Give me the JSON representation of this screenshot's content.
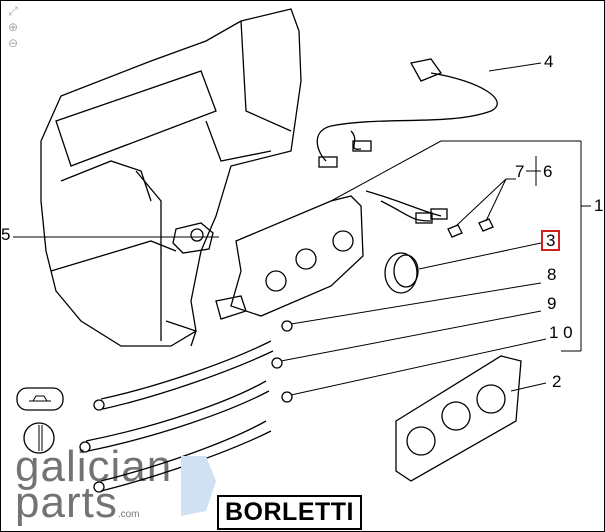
{
  "toolbar": {
    "fit_icon": "fit-to-window-icon",
    "zoom_in_icon": "zoom-in-icon",
    "zoom_out_icon": "zoom-out-icon",
    "fit_glyph": "⤢",
    "zoom_in_glyph": "⊕",
    "zoom_out_glyph": "⊖"
  },
  "callouts": {
    "c1": "1",
    "c2": "2",
    "c3": "3",
    "c4": "4",
    "c5": "5",
    "c6": "6",
    "c7": "7",
    "c8": "8",
    "c9": "9",
    "c10": "1 0"
  },
  "highlighted_callout": "3",
  "highlight_color": "#d02020",
  "brand": "BORLETTI",
  "watermark": {
    "line1": "galician",
    "line2": "parts",
    "suffix": ".com"
  }
}
